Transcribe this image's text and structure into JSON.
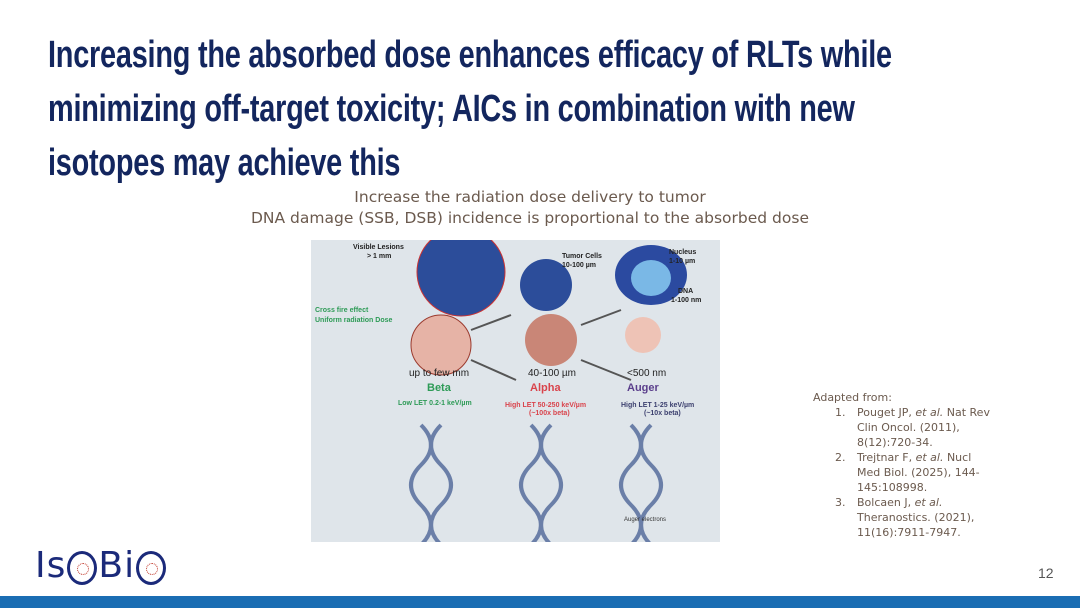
{
  "title_lines": [
    "Increasing the absorbed dose enhances efficacy of RLTs while",
    "minimizing off-target toxicity; AICs in combination with new",
    "isotopes may achieve this"
  ],
  "subtitle_lines": [
    "Increase the radiation dose delivery to tumor",
    "DNA damage (SSB, DSB) incidence is proportional to the absorbed dose"
  ],
  "figure": {
    "visible_lesions": "Visible Lesions",
    "visible_lesions_size": "> 1 mm",
    "tumor_cells": "Tumor Cells",
    "tumor_cells_size": "10-100 µm",
    "nucleus": "Nucleus",
    "nucleus_size": "1-10 µm",
    "dna": "DNA",
    "dna_size": "1-100 nm",
    "crossfire_1": "Cross fire effect",
    "crossfire_2": "Uniform radiation Dose",
    "beta_range": "up to few mm",
    "beta": "Beta",
    "beta_let": "Low LET 0.2-1 keV/µm",
    "alpha_range": "40-100 µm",
    "alpha": "Alpha",
    "alpha_let": "High LET 50-250 keV/µm",
    "alpha_rel": "(~100x beta)",
    "auger_range": "<500 nm",
    "auger": "Auger",
    "auger_let": "High LET 1-25 keV/µm",
    "auger_rel": "(~10x beta)",
    "auger_electrons": "Auger electrons"
  },
  "references": {
    "heading": "Adapted from:",
    "items": [
      {
        "num": "1.",
        "author": "Pouget JP, ",
        "etal": "et al.",
        "rest": " Nat Rev Clin Oncol. (2011), 8(12):720-34."
      },
      {
        "num": "2.",
        "author": "Trejtnar F, ",
        "etal": "et al.",
        "rest": " Nucl Med Biol. (2025), 144-145:108998."
      },
      {
        "num": "3.",
        "author": "Bolcaen J, ",
        "etal": "et al.",
        "rest": " Theranostics. (2021), 11(16):7911-7947."
      }
    ]
  },
  "logo": {
    "part1": "Is",
    "part2": "Bi",
    "text": "IsoBio"
  },
  "page_number": "12",
  "colors": {
    "title": "#13265e",
    "bar": "#1a6db3",
    "beta": "#2e9b57",
    "alpha": "#d9444c",
    "auger": "#5b3f8c"
  }
}
